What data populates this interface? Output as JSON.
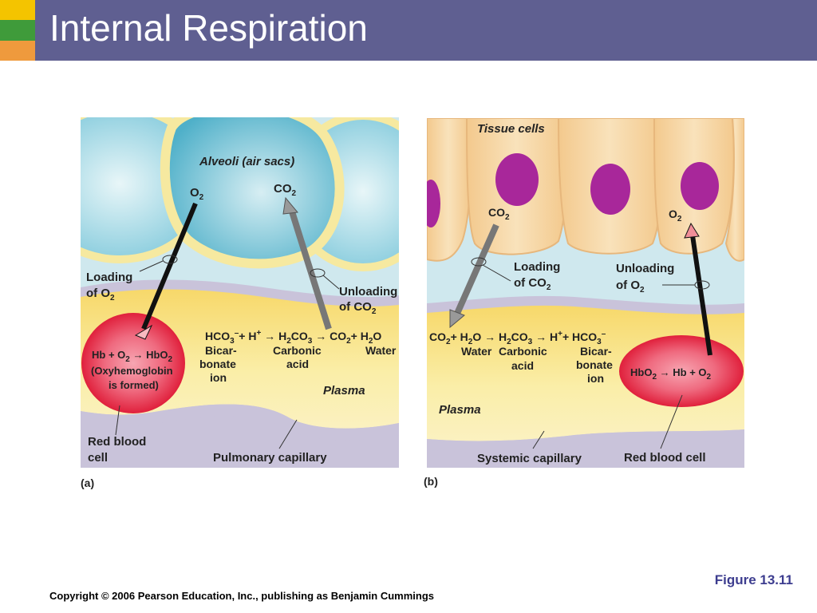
{
  "slide": {
    "title": "Internal Respiration",
    "figure_label": "Figure 13.11",
    "copyright": "Copyright © 2006 Pearson Education, Inc., publishing as Benjamin Cummings"
  },
  "panel_a": {
    "tag": "(a)",
    "alveoli": "Alveoli (air sacs)",
    "o2": "O",
    "co2": "CO",
    "loading": "Loading",
    "of_o2": "of O",
    "unloading": "Unloading",
    "of_co2": "of CO",
    "eq_hco3": "HCO",
    "eq_h": "+ H",
    "eq_h2co3": "H",
    "eq_h2co3_b": "CO",
    "eq_co2": "CO",
    "eq_h2o": "+ H",
    "eq_h2o_b": "O",
    "bicar1": "Bicar-",
    "bicar2": "bonate",
    "bicar3": "ion",
    "carbonic1": "Carbonic",
    "carbonic2": "acid",
    "water": "Water",
    "rbc_eq_hb": "Hb + O",
    "rbc_eq_hbo2": "HbO",
    "rbc_note1": "(Oxyhemoglobin",
    "rbc_note2": "is formed)",
    "plasma": "Plasma",
    "rbc1": "Red blood",
    "rbc2": "cell",
    "capillary": "Pulmonary capillary"
  },
  "panel_b": {
    "tag": "(b)",
    "tissue": "Tissue cells",
    "co2": "CO",
    "o2": "O",
    "loading": "Loading",
    "of_co2": "of CO",
    "unloading": "Unloading",
    "of_o2": "of O",
    "eq_co2": "CO",
    "eq_h2o": "+ H",
    "eq_h2o_b": "O",
    "eq_h2co3": "H",
    "eq_h2co3_b": "CO",
    "eq_h": "H",
    "eq_hco3": "+ HCO",
    "water": "Water",
    "carbonic1": "Carbonic",
    "carbonic2": "acid",
    "bicar1": "Bicar-",
    "bicar2": "bonate",
    "bicar3": "ion",
    "rbc_eq_hbo2": "HbO",
    "rbc_eq_hb": "Hb + O",
    "plasma": "Plasma",
    "capillary": "Systemic capillary",
    "rbc": "Red blood cell"
  },
  "symbols": {
    "sub2": "2",
    "sub3": "3",
    "minus": "–",
    "plus": "+"
  },
  "colors": {
    "title_bar": "#5f5f91",
    "alveolus": "#74c4d8",
    "alveolus_wall": "#f6e9a0",
    "plasma": "#f9e88c",
    "capillary_wall": "#c9c3da",
    "rbc": "#e4253f",
    "tissue_cell": "#f4d4a3",
    "nucleus": "#a8279a",
    "figure_label": "#3d3d8f"
  }
}
